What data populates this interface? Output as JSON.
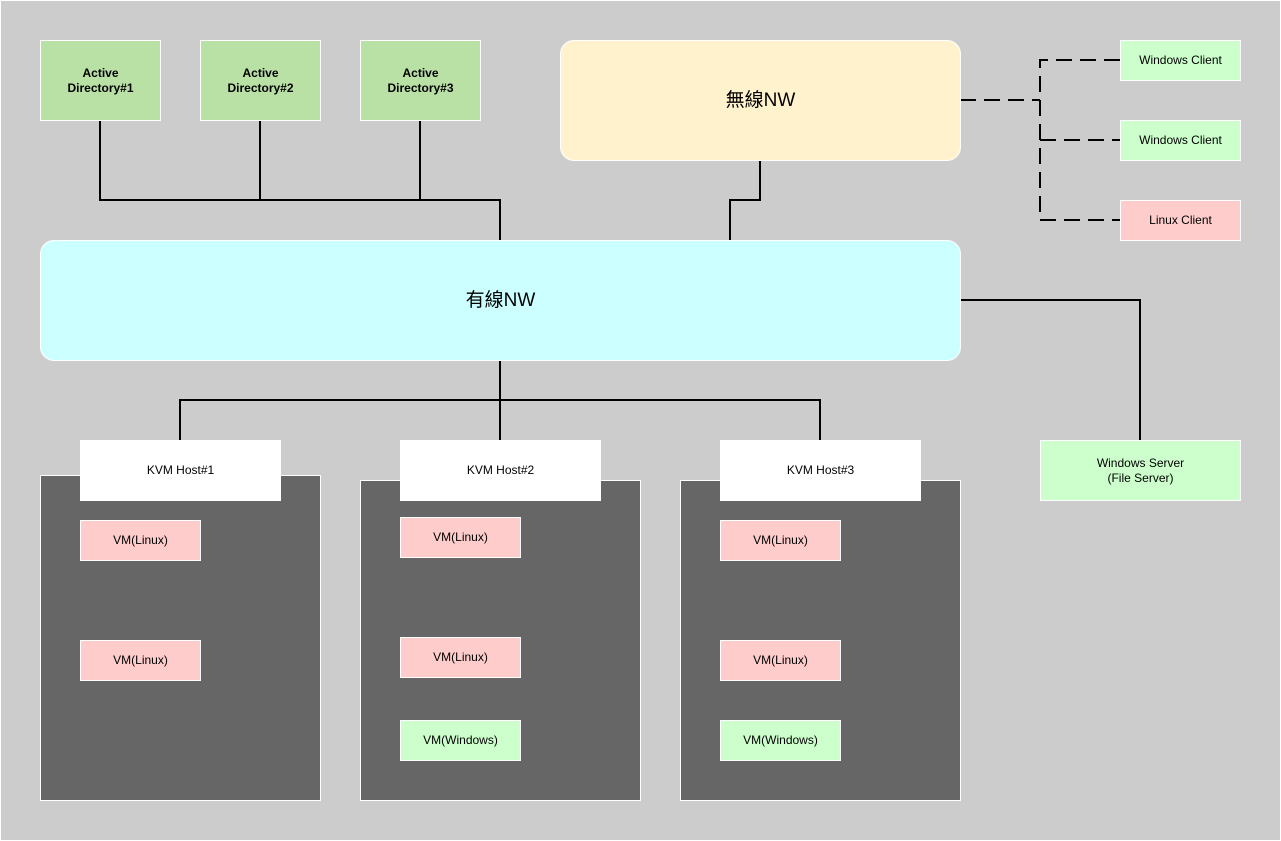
{
  "nodes": {
    "ad1": "Active Directory#1",
    "ad2": "Active Directory#2",
    "ad3": "Active Directory#3",
    "wireless_nw": "無線NW",
    "wired_nw": "有線NW",
    "clients": [
      "Windows Client",
      "Windows Client",
      "Linux Client"
    ],
    "server_line1": "Windows Server",
    "server_line2": "(File Server)"
  },
  "hosts": [
    {
      "label": "KVM Host#1",
      "vms": [
        "VM(Linux)",
        "VM(Linux)"
      ]
    },
    {
      "label": "KVM Host#2",
      "vms": [
        "VM(Linux)",
        "VM(Linux)",
        "VM(Windows)"
      ]
    },
    {
      "label": "KVM Host#3",
      "vms": [
        "VM(Linux)",
        "VM(Linux)",
        "VM(Windows)"
      ]
    }
  ],
  "colors": {
    "background": "#cccccc",
    "active_directory": "#b9e0a5",
    "wireless_nw": "#fff2cc",
    "wired_nw": "#ccffff",
    "windows": "#ccffcc",
    "linux": "#ffcccc",
    "host_panel": "#666666"
  }
}
